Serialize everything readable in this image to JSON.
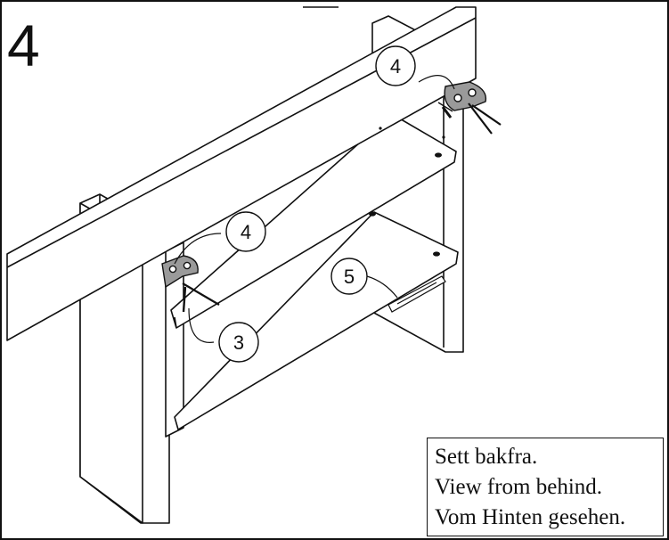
{
  "step": {
    "number": "4"
  },
  "callouts": [
    {
      "id": "bracket-top-right",
      "label": "4"
    },
    {
      "id": "bracket-left",
      "label": "4"
    },
    {
      "id": "screw-left",
      "label": "3"
    },
    {
      "id": "dowel-shelf",
      "label": "5"
    }
  ],
  "note": {
    "lines": [
      "Sett bakfra.",
      "View from behind.",
      "Vom Hinten gesehen."
    ]
  },
  "colors": {
    "line": "#111111",
    "bracket": "#9a9a9a",
    "background": "#ffffff"
  }
}
